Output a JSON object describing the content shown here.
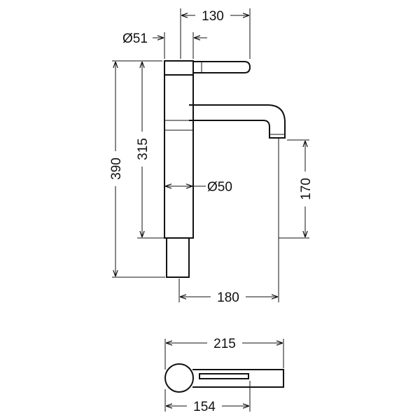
{
  "drawing": {
    "line_color": "#111111",
    "background": "#ffffff",
    "dimensions": {
      "spout_reach_top": "130",
      "handle_diameter": "Ø51",
      "body_height_to_lever": "315",
      "overall_height": "390",
      "body_diameter": "Ø50",
      "spout_height": "170",
      "spout_reach": "180",
      "plan_overall_length": "215",
      "plan_spout_length": "154"
    }
  }
}
